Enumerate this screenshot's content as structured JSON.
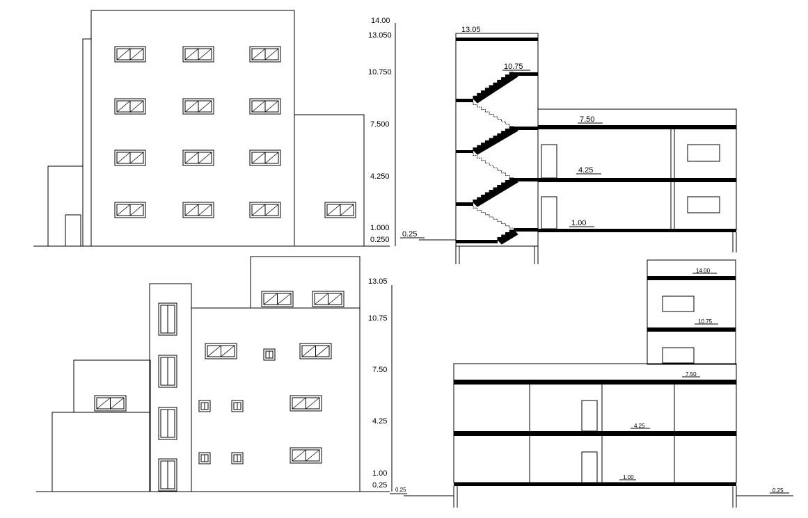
{
  "elevation_1": {
    "levels": [
      "14.00",
      "13.050",
      "10.750",
      "7.500",
      "4.250",
      "1.000",
      "0.250"
    ]
  },
  "section_1": {
    "levels": [
      "13.05",
      "10.75",
      "7.50",
      "4.25",
      "1.00",
      "0.25"
    ]
  },
  "elevation_2": {
    "levels": [
      "13.05",
      "10.75",
      "7.50",
      "4.25",
      "1.00",
      "0.25"
    ]
  },
  "section_2": {
    "levels": [
      "14.00",
      "10.75",
      "7.50",
      "4.25",
      "1.00",
      "0.25"
    ]
  }
}
